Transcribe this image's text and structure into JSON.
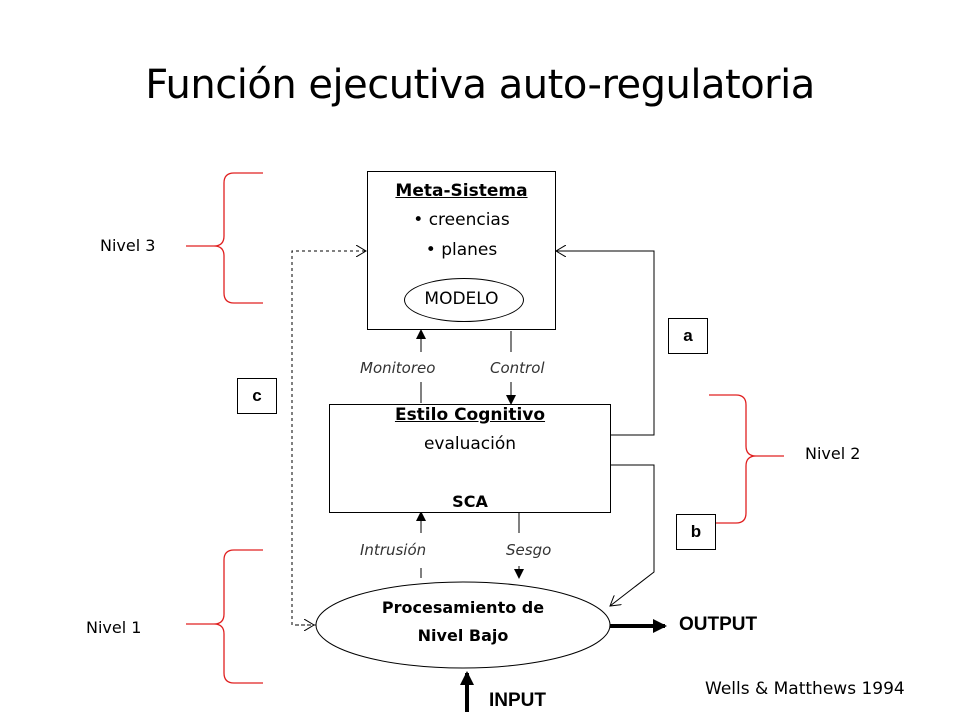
{
  "title": "Función ejecutiva auto-regulatoria",
  "meta_system": {
    "heading": "Meta-Sistema",
    "bullet1": "• creencias",
    "bullet2": "• planes",
    "model": "MODELO"
  },
  "cognitive_style": {
    "heading": "Estilo Cognitivo",
    "evaluation": "evaluación",
    "sca": "SCA"
  },
  "low_level": {
    "line1": "Procesamiento de",
    "line2": "Nivel Bajo"
  },
  "arrow_labels": {
    "monitoring": "Monitoreo",
    "control": "Control",
    "intrusion": "Intrusión",
    "bias": "Sesgo"
  },
  "levels": {
    "level3": "Nivel 3",
    "level2": "Nivel 2",
    "level1": "Nivel 1"
  },
  "path_labels": {
    "a": "a",
    "b": "b",
    "c": "c"
  },
  "io": {
    "output": "OUTPUT",
    "input": "INPUT"
  },
  "citation": "Wells & Matthews 1994",
  "colors": {
    "brace": "#e02020",
    "line": "#000000"
  }
}
